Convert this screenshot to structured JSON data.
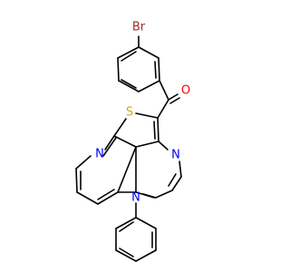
{
  "molecule": {
    "atoms": {
      "br": {
        "text": "Br",
        "color": "#a52a2a"
      },
      "o": {
        "text": "O",
        "color": "#ff0000"
      },
      "s": {
        "text": "S",
        "color": "#c8b400"
      },
      "n_py": {
        "text": "N",
        "color": "#0000ff"
      },
      "n_pm": {
        "text": "N",
        "color": "#0000ff"
      },
      "n_ph": {
        "text": "N",
        "color": "#0000ff"
      }
    },
    "bond_color": "#000000",
    "background": "#ffffff"
  }
}
